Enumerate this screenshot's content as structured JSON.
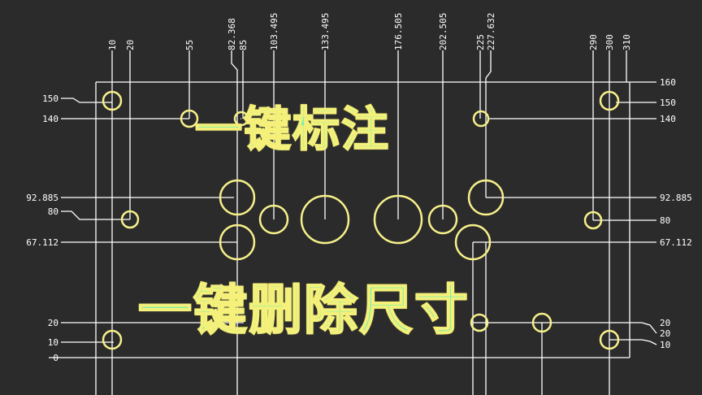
{
  "captions": {
    "line1": "一键标注",
    "line2": "一键删除尺寸"
  },
  "top_dimensions": [
    "10",
    "20",
    "55",
    "82.368",
    "85",
    "103.495",
    "133.495",
    "176.505",
    "202.505",
    "225",
    "227.632",
    "290",
    "300",
    "310"
  ],
  "left_dimensions": [
    "150",
    "140",
    "92.885",
    "80",
    "67.112",
    "20",
    "10",
    "0"
  ],
  "right_dimensions": [
    "160",
    "150",
    "140",
    "92.885",
    "80",
    "67.112",
    "20",
    "20",
    "10"
  ],
  "colors": {
    "background": "#2b2b2b",
    "lines": "#ffffff",
    "holes": "#f7f08a",
    "caption_fill": "#7ef0a8",
    "caption_outline": "#f4f07a"
  }
}
